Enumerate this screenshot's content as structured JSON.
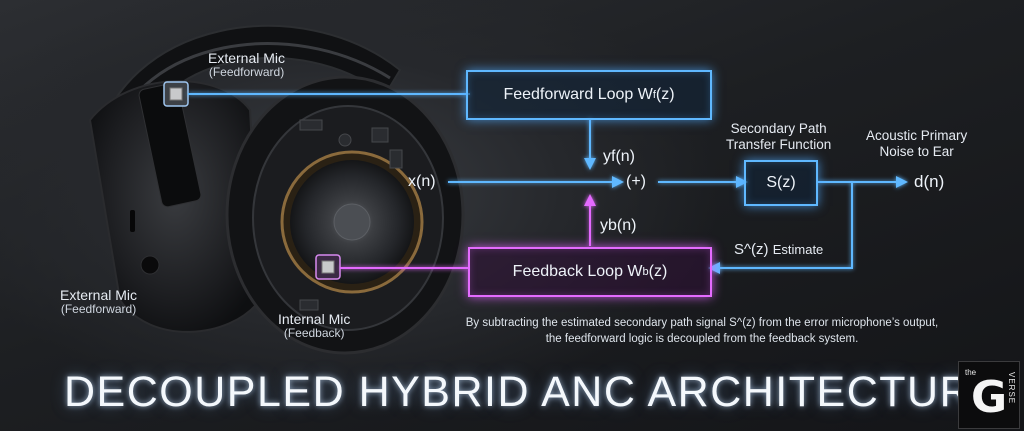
{
  "title": "DECOUPLED HYBRID ANC ARCHITECTURE",
  "labels": {
    "ext_mic_top": {
      "name": "External Mic",
      "sub": "(Feedforward)"
    },
    "ext_mic_bottom": {
      "name": "External Mic",
      "sub": "(Feedforward)"
    },
    "int_mic": {
      "name": "Internal Mic",
      "sub": "(Feedback)"
    },
    "secondary_path": {
      "line1": "Secondary Path",
      "line2": "Transfer Function"
    },
    "acoustic": {
      "line1": "Acoustic Primary",
      "line2": "Noise to Ear"
    },
    "estimate": {
      "symbol": "S^(z)",
      "word": "Estimate"
    }
  },
  "blocks": {
    "feedforward": {
      "text": "Feedforward Loop W",
      "subscript": "f",
      "suffix": "(z)"
    },
    "feedback": {
      "text": "Feedback Loop W",
      "subscript": "b",
      "suffix": "(z)"
    },
    "secondary": {
      "text": "S(z)"
    }
  },
  "signals": {
    "xn": "x(n)",
    "yfn": "yf(n)",
    "ybn": "yb(n)",
    "sum": "(+)",
    "dn": "d(n)"
  },
  "footnote": {
    "line1": "By subtracting the estimated secondary path signal S^(z) from the error microphone’s output,",
    "line2": "the feedforward logic is decoupled from the feedback system."
  },
  "logo": {
    "the": "the",
    "letter": "G",
    "side": "VERSE"
  },
  "colors": {
    "feedforward_path": "#5fb8ff",
    "feedback_path": "#e46bff",
    "background": "#1d1f22"
  }
}
